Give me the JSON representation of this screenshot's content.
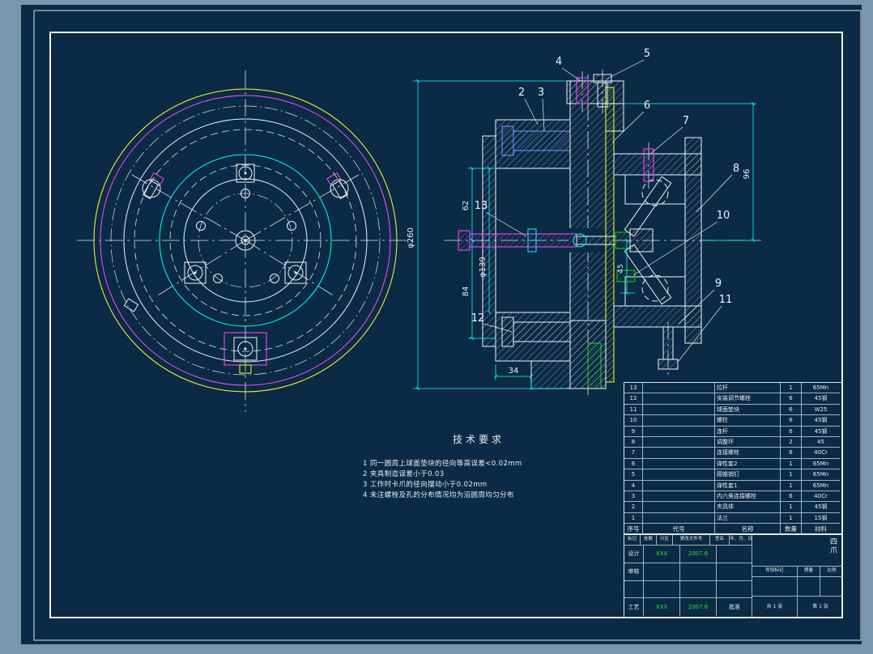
{
  "drawing": {
    "callouts": [
      "2",
      "3",
      "4",
      "5",
      "6",
      "7",
      "8",
      "9",
      "10",
      "11",
      "12",
      "13"
    ],
    "dims": [
      "φ260",
      "62",
      "84",
      "34",
      "96",
      "45",
      "φ139"
    ],
    "tech": {
      "title": "技术要求",
      "items": [
        "1 同一圆周上球面垫块的径向等高误差<0.02mm",
        "2 夹具制造误差小于0.03",
        "3 工作时卡爪的径向摆动小于0.02mm",
        "4 未注螺栓及孔的分布情况均为沿圆周均匀分布"
      ]
    }
  },
  "parts_list": {
    "headers": [
      "序号",
      "代号",
      "名称",
      "数量",
      "材料"
    ],
    "rows": [
      {
        "no": "13",
        "code": "",
        "name": "拉杆",
        "qty": "1",
        "mat": "65Mn"
      },
      {
        "no": "12",
        "code": "",
        "name": "安装调节螺栓",
        "qty": "6",
        "mat": "45钢"
      },
      {
        "no": "11",
        "code": "",
        "name": "球面垫块",
        "qty": "6",
        "mat": "W25"
      },
      {
        "no": "10",
        "code": "",
        "name": "螺柱",
        "qty": "6",
        "mat": "45钢"
      },
      {
        "no": "9",
        "code": "",
        "name": "连杆",
        "qty": "6",
        "mat": "45钢"
      },
      {
        "no": "8",
        "code": "",
        "name": "调整环",
        "qty": "2",
        "mat": "45"
      },
      {
        "no": "7",
        "code": "",
        "name": "连接螺栓",
        "qty": "6",
        "mat": "40Cr"
      },
      {
        "no": "6",
        "code": "",
        "name": "弹性套2",
        "qty": "1",
        "mat": "65Mn"
      },
      {
        "no": "5",
        "code": "",
        "name": "圆锥销钉",
        "qty": "1",
        "mat": "65Mn"
      },
      {
        "no": "4",
        "code": "",
        "name": "弹性套1",
        "qty": "1",
        "mat": "65Mn"
      },
      {
        "no": "3",
        "code": "",
        "name": "内六角连接螺栓",
        "qty": "6",
        "mat": "40Cr"
      },
      {
        "no": "2",
        "code": "",
        "name": "夹具体",
        "qty": "1",
        "mat": "45钢"
      },
      {
        "no": "1",
        "code": "",
        "name": "法兰",
        "qty": "1",
        "mat": "15钢"
      }
    ]
  },
  "title_block": {
    "rev_headers": [
      "标记",
      "处数",
      "分区",
      "更改文件号",
      "签名",
      "年、月、日"
    ],
    "design_label": "设计",
    "design_sign": "XXX",
    "design_date": "2007.6",
    "check_label": "审核",
    "craft_label": "工艺",
    "craft_sign": "XXX",
    "craft_date": "2007.6",
    "approve_label": "批准",
    "stage_label": "阶段标记",
    "mass_label": "质量",
    "scale_label": "比例",
    "sheet_total": "共 1 张",
    "sheet_no": "第 1 张",
    "product": "四爪"
  }
}
